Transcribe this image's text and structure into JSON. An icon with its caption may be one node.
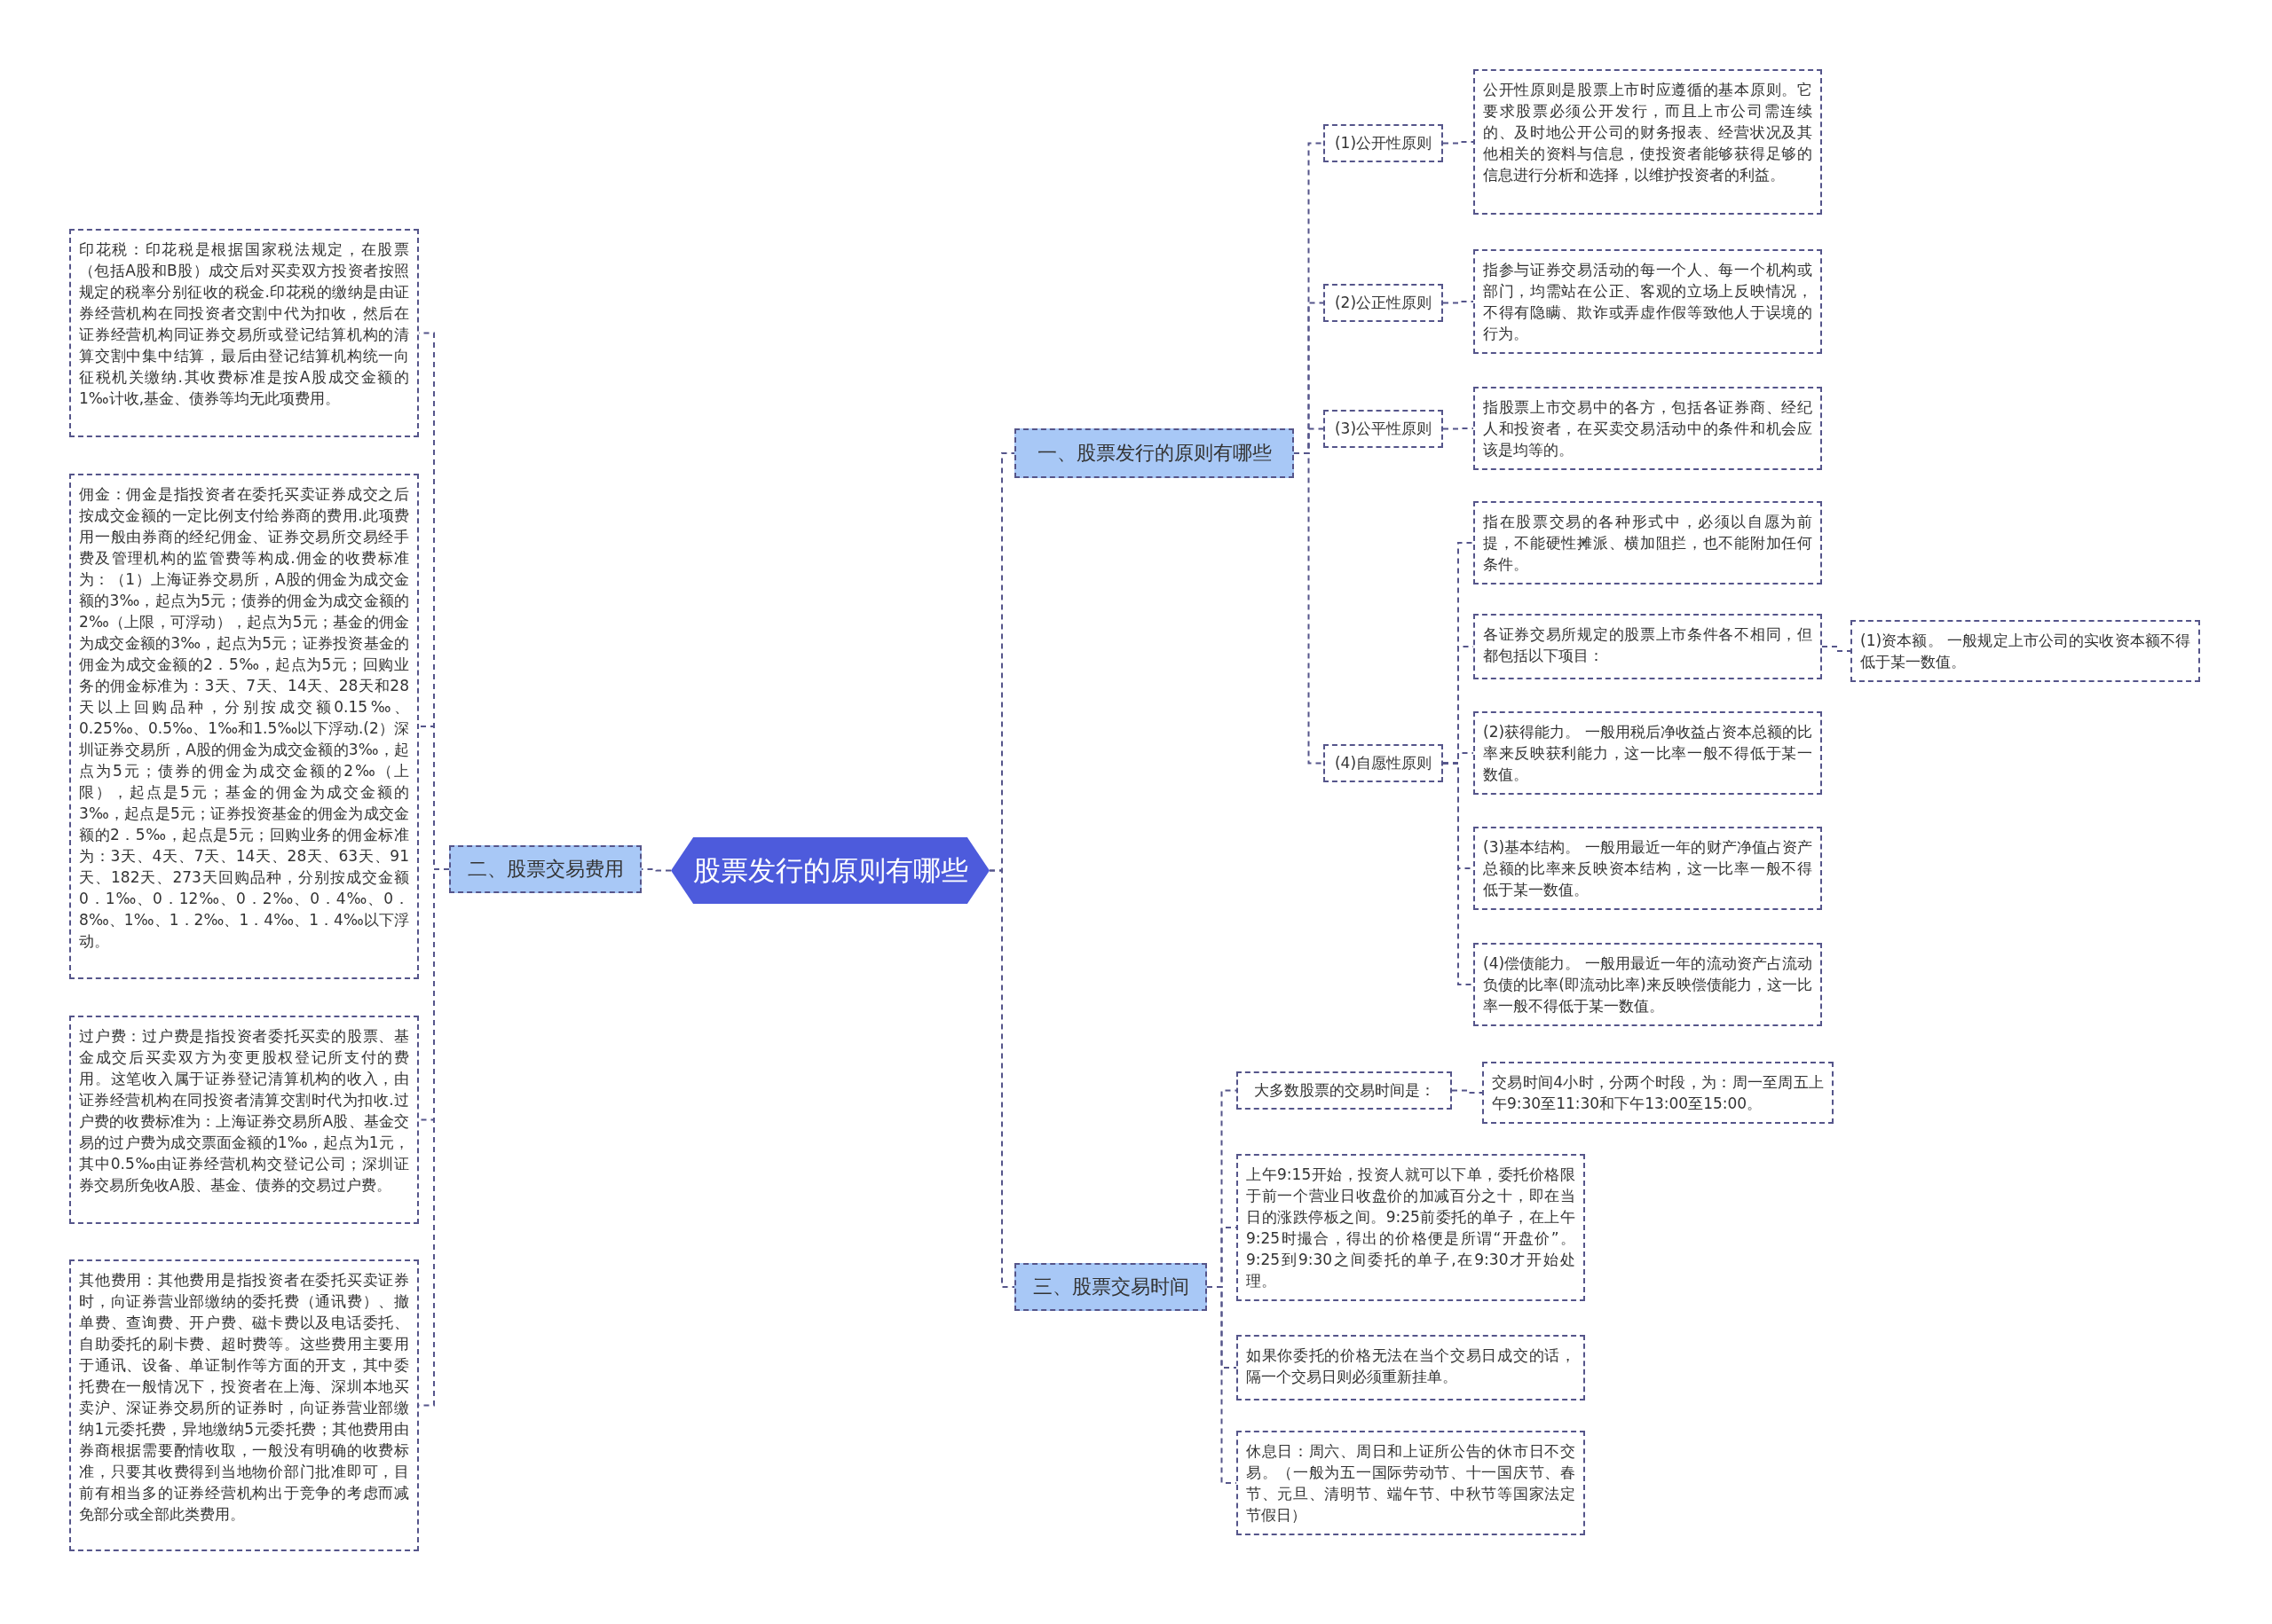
{
  "diagram": {
    "nodes": [
      {
        "text": [
          "股票发行的原则有哪些"
        ]
      },
      {
        "text": [
          "一、股票发行的原则有哪些"
        ]
      },
      {
        "text": [
          "(1)公开性原则"
        ]
      },
      {
        "text": [
          "公开性原则是股票上市时应遵循的基本原则。它要求股票必须公开发行，而且上市公司需连续的、及时地公开公司的财务报表、经营状况及其他相关的资料与信息，使投资者能够获得足够的信息进行分析和选择，以维护投资者的利益。"
        ]
      },
      {
        "text": [
          "(2)公正性原则"
        ]
      },
      {
        "text": [
          "指参与证券交易活动的每一个人、每一个机构或部门，均需站在公正、客观的立场上反映情况，不得有隐瞒、欺诈或弄虚作假等致他人于误境的行为。"
        ]
      },
      {
        "text": [
          "(3)公平性原则"
        ]
      },
      {
        "text": [
          "指股票上市交易中的各方，包括各证券商、经纪人和投资者，在买卖交易活动中的条件和机会应该是均等的。"
        ]
      },
      {
        "text": [
          "(4)自愿性原则"
        ]
      },
      {
        "text": [
          "指在股票交易的各种形式中，必须以自愿为前提，不能硬性摊派、横加阻拦，也不能附加任何条件。"
        ]
      },
      {
        "text": [
          "各证券交易所规定的股票上市条件各不相同，但都包括以下项目："
        ]
      },
      {
        "text": [
          "(1)资本额。 一般规定上市公司的实收资本额不得低于某一数值。"
        ]
      },
      {
        "text": [
          "(2)获得能力。 一般用税后净收益占资本总额的比率来反映获利能力，这一比率一般不得低于某一数值。"
        ]
      },
      {
        "text": [
          "(3)基本结构。 一般用最近一年的财产净值占资产总额的比率来反映资本结构，这一比率一般不得低于某一数值。"
        ]
      },
      {
        "text": [
          "(4)偿债能力。 一般用最近一年的流动资产占流动负债的比率(即流动比率)来反映偿债能力，这一比率一般不得低于某一数值。"
        ]
      },
      {
        "text": [
          "二、股票交易费用"
        ]
      },
      {
        "text": [
          "印花税：印花税是根据国家税法规定，在股票（包括A股和B股）成交后对买卖双方投资者按照规定的税率分别征收的税金.印花税的缴纳是由证券经营机构在同投资者交割中代为扣收，然后在证券经营机构同证券交易所或登记结算机构的清算交割中集中结算，最后由登记结算机构统一向征税机关缴纳.其收费标准是按A股成交金额的1‰计收,基金、债券等均无此项费用。"
        ]
      },
      {
        "text": [
          "佣金：佣金是指投资者在委托买卖证券成交之后按成交金额的一定比例支付给券商的费用.此项费用一般由券商的经纪佣金、证券交易所交易经手费及管理机构的监管费等构成.佣金的收费标准为：（1）上海证券交易所，A股的佣金为成交金额的3‰，起点为5元；债券的佣金为成交金额的2‰（上限，可浮动），起点为5元；基金的佣金为成交金额的3‰，起点为5元；证券投资基金的佣金为成交金额的2．5‰，起点为5元；回购业务的佣金标准为：3天、7天、14天、28天和28天以上回购品种，分别按成交额0.15‰、0.25‰、0.5‰、1‰和1.5‰以下浮动.(2）深圳证券交易所，A股的佣金为成交金额的3‰，起点为5元；债券的佣金为成交金额的2‰（上限），起点是5元；基金的佣金为成交金额的3‰，起点是5元；证券投资基金的佣金为成交金额的2．5‰，起点是5元；回购业务的佣金标准为：3天、4天、7天、14天、28天、63天、91天、182天、273天回购品种，分别按成交金额0．1‰、0．12‰、0．2‰、0．4‰、0．8‰、1‰、1．2‰、1．4‰、1．4‰以下浮动。"
        ]
      },
      {
        "text": [
          "过户费：过户费是指投资者委托买卖的股票、基金成交后买卖双方为变更股权登记所支付的费用。这笔收入属于证券登记清算机构的收入，由证券经营机构在同投资者清算交割时代为扣收.过户费的收费标准为：上海证券交易所A股、基金交易的过户费为成交票面金额的1‰，起点为1元，其中0.5‰由证券经营机构交登记公司；深圳证券交易所免收A股、基金、债券的交易过户费。"
        ]
      },
      {
        "text": [
          "其他费用：其他费用是指投资者在委托买卖证券时，向证券营业部缴纳的委托费（通讯费）、撤单费、查询费、开户费、磁卡费以及电话委托、自助委托的刷卡费、超时费等。这些费用主要用于通讯、设备、单证制作等方面的开支，其中委托费在一般情况下，投资者在上海、深圳本地买卖沪、深证券交易所的证券时，向证券营业部缴纳1元委托费，异地缴纳5元委托费；其他费用由券商根据需要酌情收取，一般没有明确的收费标准，只要其收费得到当地物价部门批准即可，目前有相当多的证券经营机构出于竞争的考虑而减免部分或全部此类费用。"
        ]
      },
      {
        "text": [
          "三、股票交易时间"
        ]
      },
      {
        "text": [
          "大多数股票的交易时间是："
        ]
      },
      {
        "text": [
          "交易时间4小时，分两个时段，为：周一至周五上午9:30至11:30和下午13:00至15:00。"
        ]
      },
      {
        "text": [
          "上午9:15开始，投资人就可以下单，委托价格限于前一个营业日收盘价的加减百分之十，即在当日的涨跌停板之间。9:25前委托的单子，在上午9:25时撮合，得出的价格便是所谓“开盘价”。9:25到9:30之间委托的单子,在9:30才开始处理。"
        ]
      },
      {
        "text": [
          "如果你委托的价格无法在当个交易日成交的话，隔一个交易日则必须重新挂单。"
        ]
      },
      {
        "text": [
          "休息日：周六、周日和上证所公告的休市日不交易。（一般为五一国际劳动节、十一国庆节、春节、元旦、清明节、端午节、中秋节等国家法定节假日）"
        ]
      }
    ],
    "edges": [
      {
        "from": 0,
        "to": 1,
        "arrow": "none"
      },
      {
        "from": 1,
        "to": 2,
        "arrow": "none"
      },
      {
        "from": 2,
        "to": 3,
        "arrow": "none"
      },
      {
        "from": 1,
        "to": 4,
        "arrow": "none"
      },
      {
        "from": 4,
        "to": 5,
        "arrow": "none"
      },
      {
        "from": 1,
        "to": 6,
        "arrow": "none"
      },
      {
        "from": 6,
        "to": 7,
        "arrow": "none"
      },
      {
        "from": 1,
        "to": 8,
        "arrow": "none"
      },
      {
        "from": 8,
        "to": 9,
        "arrow": "none"
      },
      {
        "from": 8,
        "to": 10,
        "arrow": "none"
      },
      {
        "from": 10,
        "to": 11,
        "arrow": "none"
      },
      {
        "from": 8,
        "to": 12,
        "arrow": "none"
      },
      {
        "from": 8,
        "to": 13,
        "arrow": "none"
      },
      {
        "from": 8,
        "to": 14,
        "arrow": "none"
      },
      {
        "from": 0,
        "to": 15,
        "arrow": "none"
      },
      {
        "from": 15,
        "to": 16,
        "arrow": "none"
      },
      {
        "from": 15,
        "to": 17,
        "arrow": "none"
      },
      {
        "from": 15,
        "to": 18,
        "arrow": "none"
      },
      {
        "from": 15,
        "to": 19,
        "arrow": "none"
      },
      {
        "from": 0,
        "to": 20,
        "arrow": "none"
      },
      {
        "from": 20,
        "to": 21,
        "arrow": "none"
      },
      {
        "from": 21,
        "to": 22,
        "arrow": "none"
      },
      {
        "from": 20,
        "to": 23,
        "arrow": "none"
      },
      {
        "from": 20,
        "to": 24,
        "arrow": "none"
      },
      {
        "from": 20,
        "to": 25,
        "arrow": "none"
      }
    ]
  }
}
